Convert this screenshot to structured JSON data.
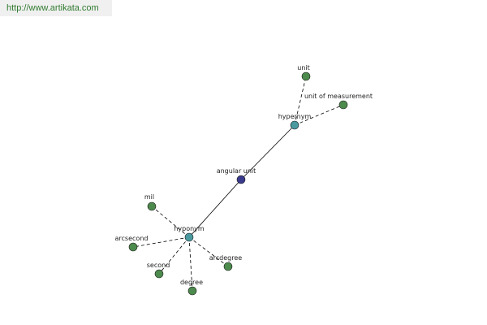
{
  "header": {
    "url": "http://www.artikata.com"
  },
  "colors": {
    "center_node": "#3a3a8c",
    "relation_node": "#4a9aa0",
    "term_node": "#4d8a4d",
    "edge": "#000000",
    "url_text": "#2f7a2f"
  },
  "graph": {
    "center": {
      "id": "center",
      "label": "angular unit",
      "kind": "center"
    },
    "relations": [
      {
        "id": "hypernym",
        "label": "hypernym",
        "kind": "relation"
      },
      {
        "id": "hyponym",
        "label": "hyponym",
        "kind": "relation"
      }
    ],
    "terms": [
      {
        "id": "unit",
        "label": "unit",
        "parent": "hypernym"
      },
      {
        "id": "unit-of-measurement",
        "label": "unit of measurement",
        "parent": "hypernym"
      },
      {
        "id": "mil",
        "label": "mil",
        "parent": "hyponym"
      },
      {
        "id": "arcsecond",
        "label": "arcsecond",
        "parent": "hyponym"
      },
      {
        "id": "second",
        "label": "second",
        "parent": "hyponym"
      },
      {
        "id": "degree",
        "label": "degree",
        "parent": "hyponym"
      },
      {
        "id": "arcdegree",
        "label": "arcdegree",
        "parent": "hyponym"
      }
    ]
  }
}
